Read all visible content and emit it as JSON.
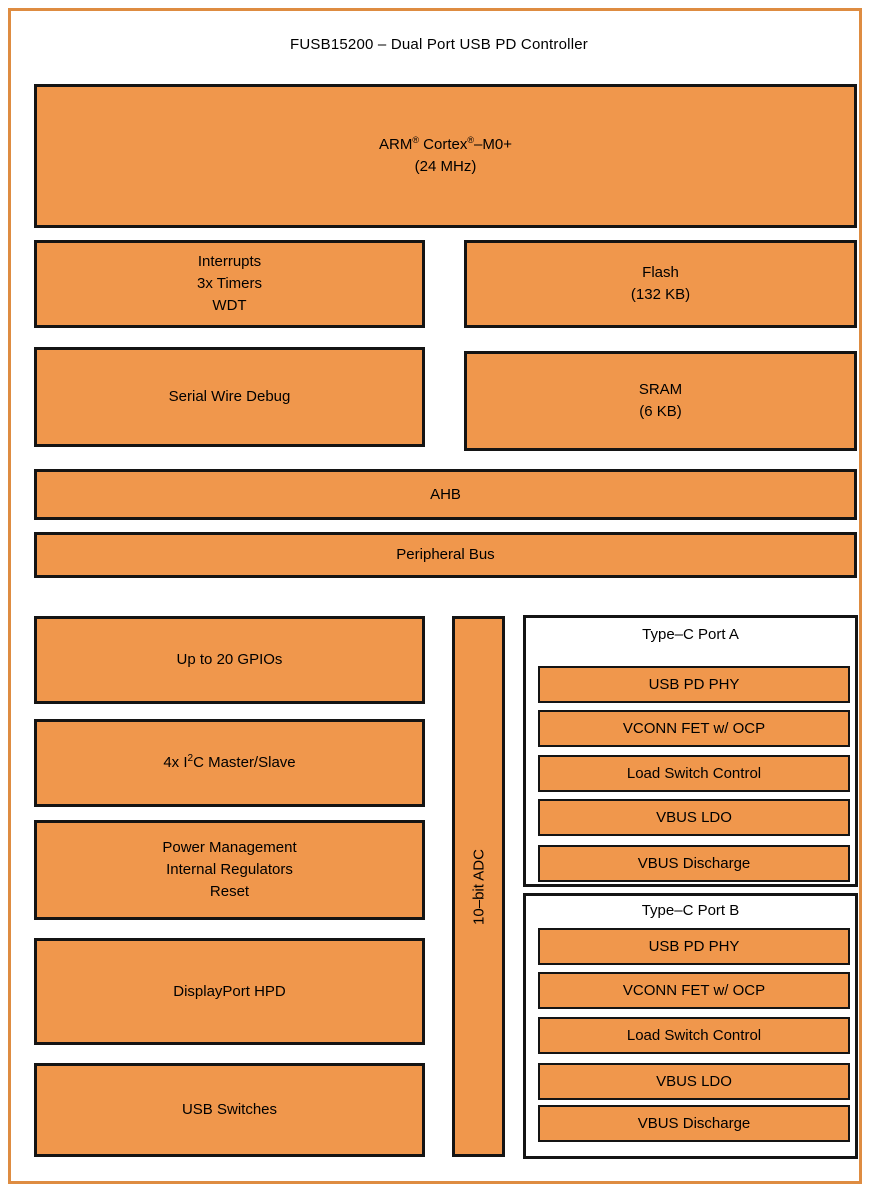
{
  "title": "FUSB15200 – Dual Port USB PD Controller",
  "colors": {
    "block_fill": "#f0974c",
    "block_border": "#141414",
    "outer_frame": "#de8c41",
    "background": "#ffffff",
    "text": "#000000"
  },
  "cpu": {
    "arm": "ARM",
    "reg1": "®",
    "cortex": " Cortex",
    "reg2": "®",
    "m0": "–M0+",
    "freq": "(24 MHz)"
  },
  "system": {
    "interrupts": {
      "lines": [
        "Interrupts",
        "3x Timers",
        "WDT"
      ]
    },
    "flash": {
      "lines": [
        "Flash",
        "(132 KB)"
      ]
    },
    "swd": {
      "label": "Serial Wire Debug"
    },
    "sram": {
      "lines": [
        "SRAM",
        "(6 KB)"
      ]
    },
    "ahb": {
      "label": "AHB"
    },
    "peripheral_bus": {
      "label": "Peripheral Bus"
    }
  },
  "peripherals": {
    "gpio": {
      "label": "Up to 20 GPIOs"
    },
    "i2c": {
      "prefix": "4x I",
      "sup": "2",
      "suffix": "C Master/Slave"
    },
    "power": {
      "lines": [
        "Power Management",
        "Internal Regulators",
        "Reset"
      ]
    },
    "dp_hpd": {
      "label": "DisplayPort HPD"
    },
    "usb_switches": {
      "label": "USB Switches"
    },
    "adc": {
      "label": "10–bit ADC"
    }
  },
  "ports": [
    {
      "title": "Type–C Port A",
      "blocks": [
        "USB PD PHY",
        "VCONN FET w/ OCP",
        "Load Switch Control",
        "VBUS LDO",
        "VBUS Discharge"
      ]
    },
    {
      "title": "Type–C Port B",
      "blocks": [
        "USB PD PHY",
        "VCONN FET w/ OCP",
        "Load Switch Control",
        "VBUS LDO",
        "VBUS Discharge"
      ]
    }
  ]
}
